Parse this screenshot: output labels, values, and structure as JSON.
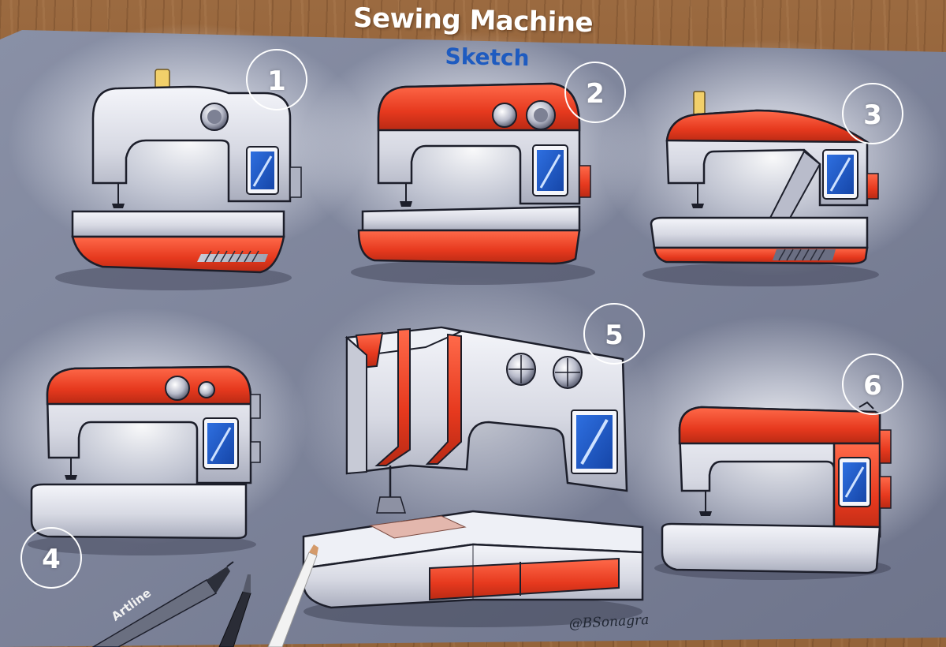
{
  "header": {
    "title": "Sewing Machine",
    "subtitle": "Sketch"
  },
  "sketches": [
    {
      "number": "1"
    },
    {
      "number": "2"
    },
    {
      "number": "3"
    },
    {
      "number": "4"
    },
    {
      "number": "5"
    },
    {
      "number": "6"
    }
  ],
  "signature": "@BSonagra",
  "pen_brand": "Artline",
  "colors": {
    "paper": "#7c8298",
    "accent_red": "#e8442a",
    "machine_body": "#e4e6ee",
    "window_blue": "#1e5bc0",
    "title_white": "#ffffff",
    "subtitle_blue": "#1e5bc0",
    "wood": "#8a5a34"
  }
}
